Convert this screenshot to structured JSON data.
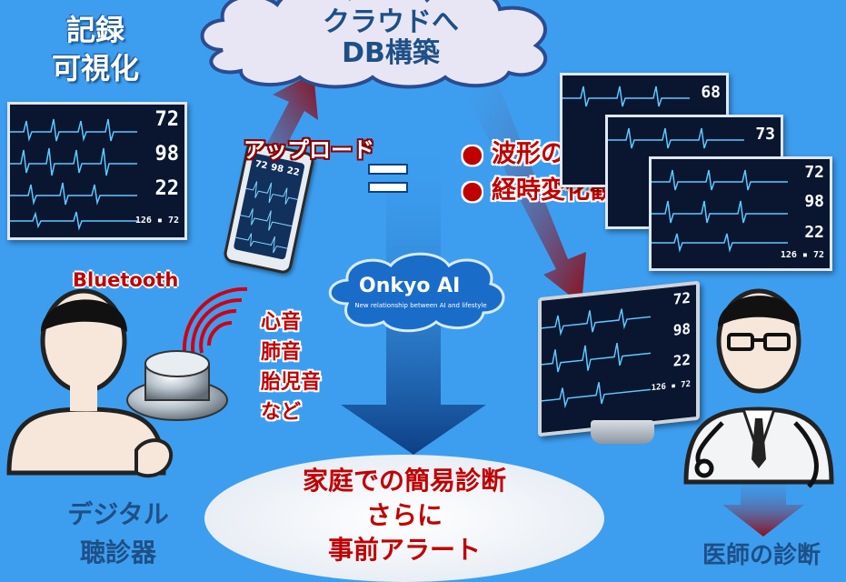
{
  "top_left": {
    "line1": "記録",
    "line2": "可視化"
  },
  "cloud": {
    "line1": "クラウドへ",
    "line2": "DB構築"
  },
  "upload": {
    "label": "アップロード",
    "equals": "="
  },
  "features": {
    "item1": "● 波形の可視化",
    "item2": "● 経時変化観察も可能"
  },
  "monitor_left": {
    "v1": "72",
    "v2": "98",
    "v3": "22",
    "v4": "126 ▪ 72"
  },
  "monitor_stack": {
    "a": "68",
    "b": "73",
    "c1": "72",
    "c2": "98",
    "c3": "22",
    "c4": "126 ▪ 72"
  },
  "monitor_desk": {
    "v1": "72",
    "v2": "98",
    "v3": "22",
    "v4": "126 ▪ 72"
  },
  "phone": {
    "d1": "72",
    "d2": "98",
    "d3": "22"
  },
  "bluetooth": "Bluetooth",
  "sounds": [
    "心音",
    "肺音",
    "胎児音",
    "など"
  ],
  "onkyo": {
    "logo": "Onkyo AI",
    "tagline": "New relationship between AI and lifestyle"
  },
  "home_diag": {
    "line1": "家庭での簡易診断",
    "line2": "さらに",
    "line3": "事前アラート"
  },
  "device_label": {
    "line1": "デジタル",
    "line2": "聴診器"
  },
  "doctor_label": "医師の診断"
}
